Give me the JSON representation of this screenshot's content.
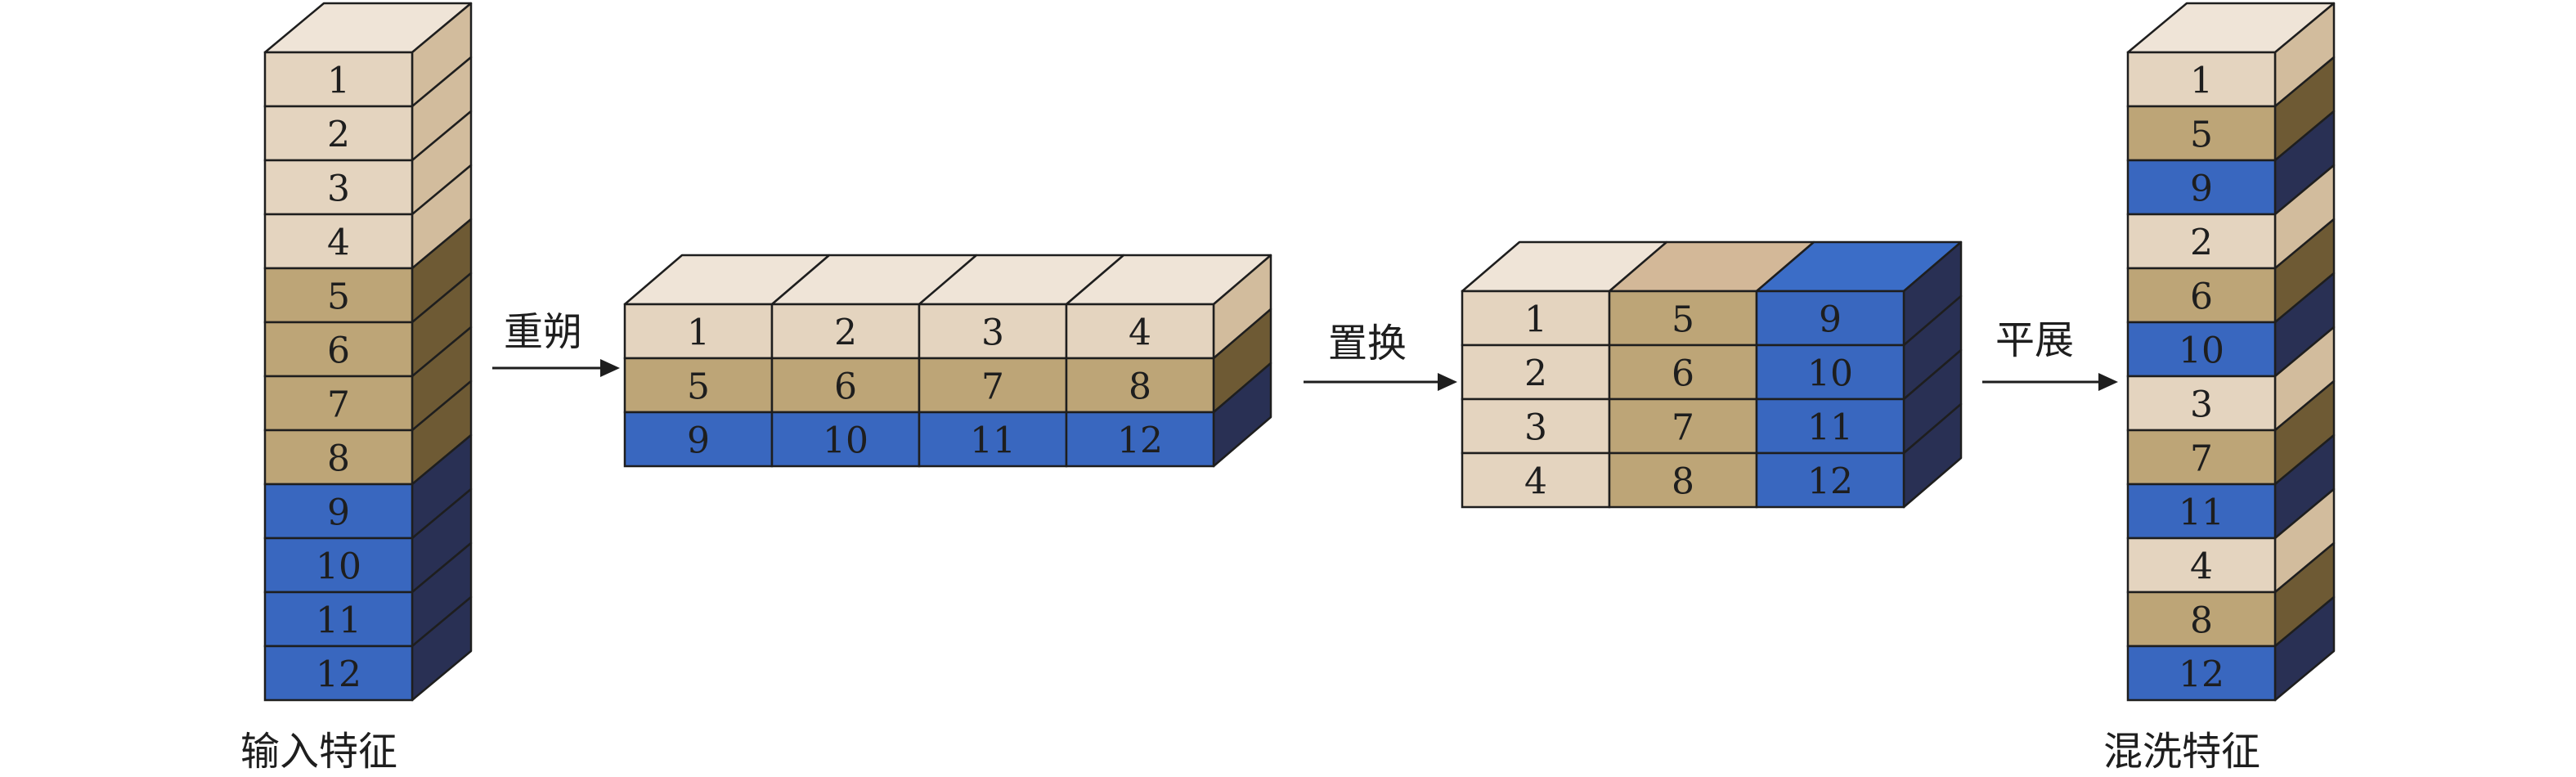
{
  "labels": {
    "input": "输入特征",
    "reshape": "重朔",
    "permute": "置换",
    "flatten": "平展",
    "output": "混洗特征"
  },
  "colors": {
    "light": {
      "front": "#e4d4bf",
      "side": "#d2bc9d",
      "top": "#efe4d7"
    },
    "medium": {
      "front": "#bda577",
      "side": "#6e5a34",
      "top": "#d3b898"
    },
    "blue": {
      "front": "#3967bf",
      "side": "#293054",
      "top": "#3b6dc7"
    },
    "edge": "#1e1e1e",
    "arrow": "#1e1e1e"
  },
  "input_stack": [
    {
      "label": "1",
      "group": "light"
    },
    {
      "label": "2",
      "group": "light"
    },
    {
      "label": "3",
      "group": "light"
    },
    {
      "label": "4",
      "group": "light"
    },
    {
      "label": "5",
      "group": "medium"
    },
    {
      "label": "6",
      "group": "medium"
    },
    {
      "label": "7",
      "group": "medium"
    },
    {
      "label": "8",
      "group": "medium"
    },
    {
      "label": "9",
      "group": "blue"
    },
    {
      "label": "10",
      "group": "blue"
    },
    {
      "label": "11",
      "group": "blue"
    },
    {
      "label": "12",
      "group": "blue"
    }
  ],
  "reshaped_grid": [
    [
      {
        "label": "1",
        "group": "light"
      },
      {
        "label": "2",
        "group": "light"
      },
      {
        "label": "3",
        "group": "light"
      },
      {
        "label": "4",
        "group": "light"
      }
    ],
    [
      {
        "label": "5",
        "group": "medium"
      },
      {
        "label": "6",
        "group": "medium"
      },
      {
        "label": "7",
        "group": "medium"
      },
      {
        "label": "8",
        "group": "medium"
      }
    ],
    [
      {
        "label": "9",
        "group": "blue"
      },
      {
        "label": "10",
        "group": "blue"
      },
      {
        "label": "11",
        "group": "blue"
      },
      {
        "label": "12",
        "group": "blue"
      }
    ]
  ],
  "permuted_grid": [
    [
      {
        "label": "1",
        "group": "light"
      },
      {
        "label": "5",
        "group": "medium"
      },
      {
        "label": "9",
        "group": "blue"
      }
    ],
    [
      {
        "label": "2",
        "group": "light"
      },
      {
        "label": "6",
        "group": "medium"
      },
      {
        "label": "10",
        "group": "blue"
      }
    ],
    [
      {
        "label": "3",
        "group": "light"
      },
      {
        "label": "7",
        "group": "medium"
      },
      {
        "label": "11",
        "group": "blue"
      }
    ],
    [
      {
        "label": "4",
        "group": "light"
      },
      {
        "label": "8",
        "group": "medium"
      },
      {
        "label": "12",
        "group": "blue"
      }
    ]
  ],
  "output_stack": [
    {
      "label": "1",
      "group": "light"
    },
    {
      "label": "5",
      "group": "medium"
    },
    {
      "label": "9",
      "group": "blue"
    },
    {
      "label": "2",
      "group": "light"
    },
    {
      "label": "6",
      "group": "medium"
    },
    {
      "label": "10",
      "group": "blue"
    },
    {
      "label": "3",
      "group": "light"
    },
    {
      "label": "7",
      "group": "medium"
    },
    {
      "label": "11",
      "group": "blue"
    },
    {
      "label": "4",
      "group": "light"
    },
    {
      "label": "8",
      "group": "medium"
    },
    {
      "label": "12",
      "group": "blue"
    }
  ]
}
